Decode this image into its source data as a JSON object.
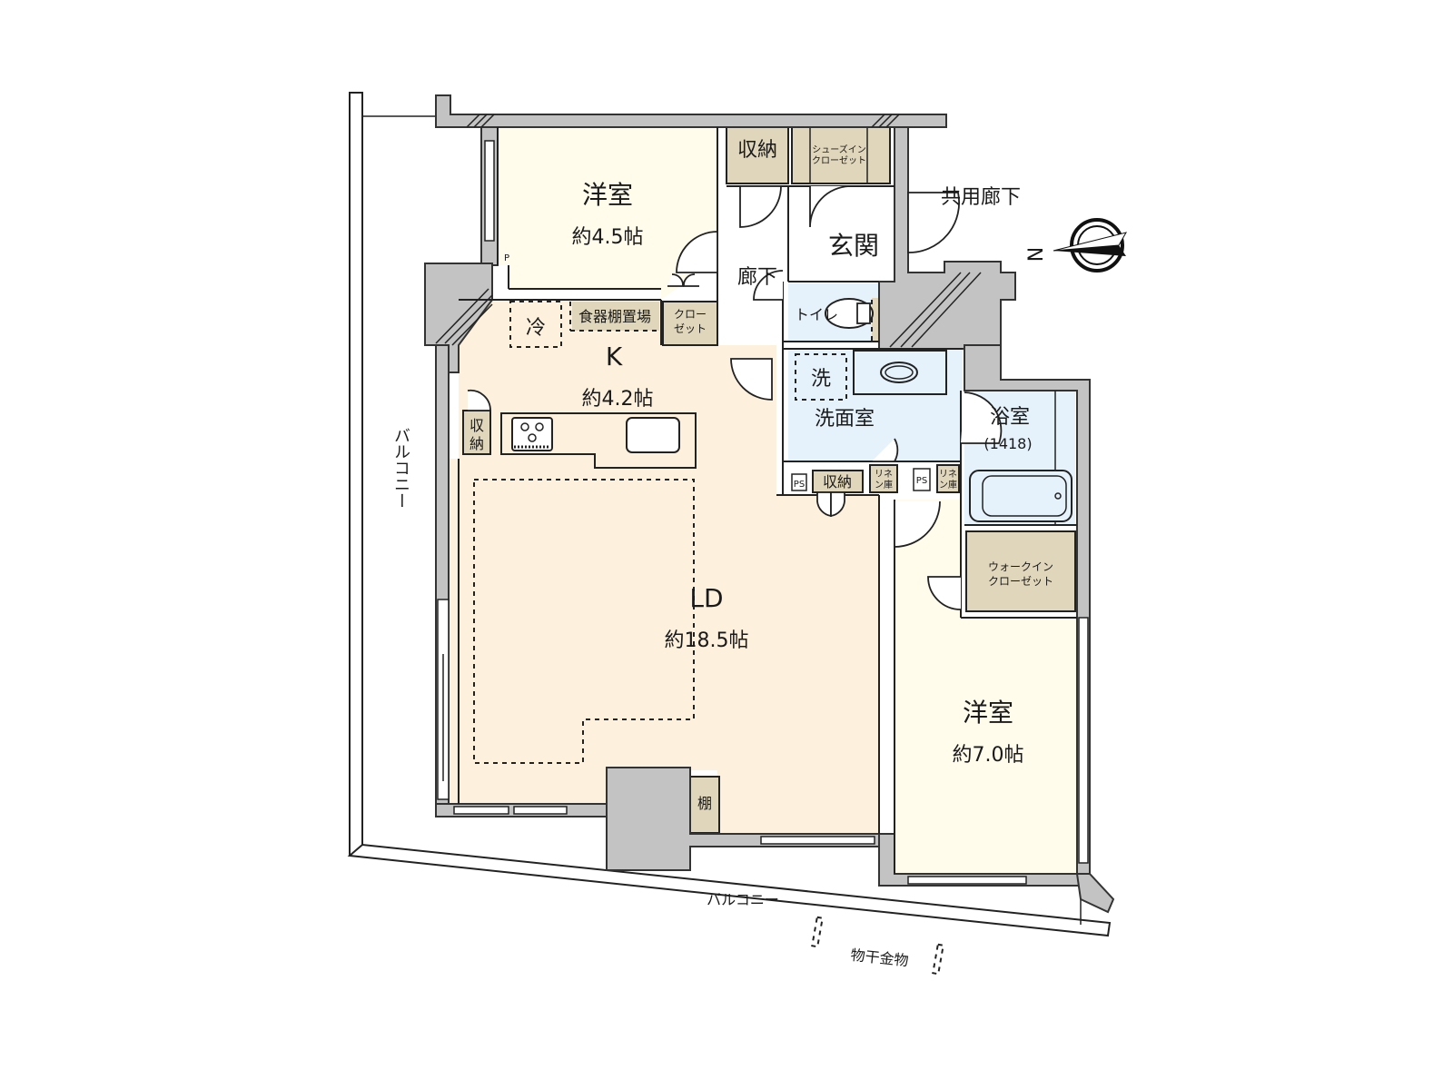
{
  "colors": {
    "wall": "#c3c3c3",
    "western_room": "#fffcec",
    "ldk": "#fdf0dd",
    "wet_area": "#e6f2fb",
    "storage": "#e0d6bb",
    "entrance": "#ffffff"
  },
  "rooms": {
    "bedroom_north": {
      "name": "洋室",
      "area": "約4.5帖"
    },
    "bedroom_south": {
      "name": "洋室",
      "area": "約7.0帖"
    },
    "kitchen": {
      "name": "K",
      "area": "約4.2帖"
    },
    "living_dining": {
      "name": "LD",
      "area": "約18.5帖"
    },
    "entrance": {
      "name": "玄関"
    },
    "hallway": {
      "name": "廊下"
    },
    "toilet": {
      "name": "トイレ"
    },
    "washroom": {
      "name": "洗面室"
    },
    "bathroom": {
      "name": "浴室",
      "size": "(1418)"
    }
  },
  "storage": {
    "storage_top": "収納",
    "shoes_closet_line1": "シューズイン",
    "shoes_closet_line2": "クローゼット",
    "closet_line1": "クロー",
    "closet_line2": "ゼット",
    "cupboard_space": "食器棚置場",
    "fridge": "冷",
    "kitchen_storage_line1": "収",
    "kitchen_storage_line2": "納",
    "washer": "洗",
    "wash_storage": "収納",
    "linen1_line1": "リネ",
    "linen1_line2": "ン庫",
    "linen2_line1": "リネ",
    "linen2_line2": "ン庫",
    "ps1": "PS",
    "ps2": "PS",
    "wic_line1": "ウォークイン",
    "wic_line2": "クローゼット",
    "shelf": "棚",
    "pipe": "P"
  },
  "exterior": {
    "common_corridor": "共用廊下",
    "balcony_west": "バルコニー",
    "balcony_south": "バルコニー",
    "laundry_hardware": "物干金物",
    "compass_north": "N"
  }
}
